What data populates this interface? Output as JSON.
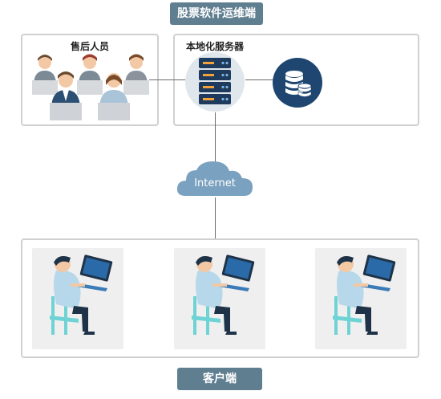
{
  "title_banner": "股票软件运维端",
  "support_panel": {
    "label": "售后人员"
  },
  "server_panel": {
    "label": "本地化服务器"
  },
  "cloud": {
    "label": "Internet"
  },
  "client_banner": "客户端",
  "colors": {
    "banner": "#5f7e90",
    "database_circle": "#1e4670",
    "server_circle": "#dfe6ec",
    "cloud": "#7aa1bf",
    "panel_border": "#d0d0d0"
  }
}
